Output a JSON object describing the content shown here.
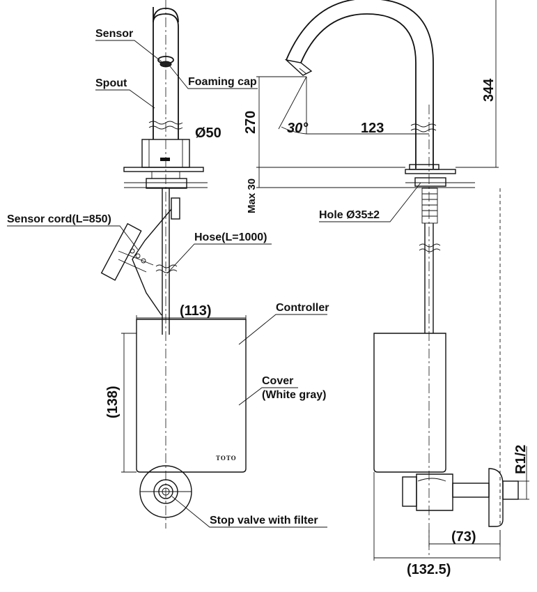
{
  "labels": {
    "sensor": "Sensor",
    "spout": "Spout",
    "foaming_cap": "Foaming cap",
    "sensor_cord": "Sensor cord(L=850)",
    "hose": "Hose(L=1000)",
    "controller": "Controller",
    "cover_line1": "Cover",
    "cover_line2": "(White gray)",
    "stop_valve": "Stop valve with filter",
    "hole": "Hole Ø35±2",
    "brand": "TOTO"
  },
  "dimensions": {
    "d50": "Ø50",
    "d113": "(113)",
    "d138": "(138)",
    "d270": "270",
    "d30deg": "30°",
    "d123": "123",
    "d344": "344",
    "max30": "Max 30",
    "r12": "R1/2",
    "d73": "(73)",
    "d132_5": "(132.5)"
  }
}
